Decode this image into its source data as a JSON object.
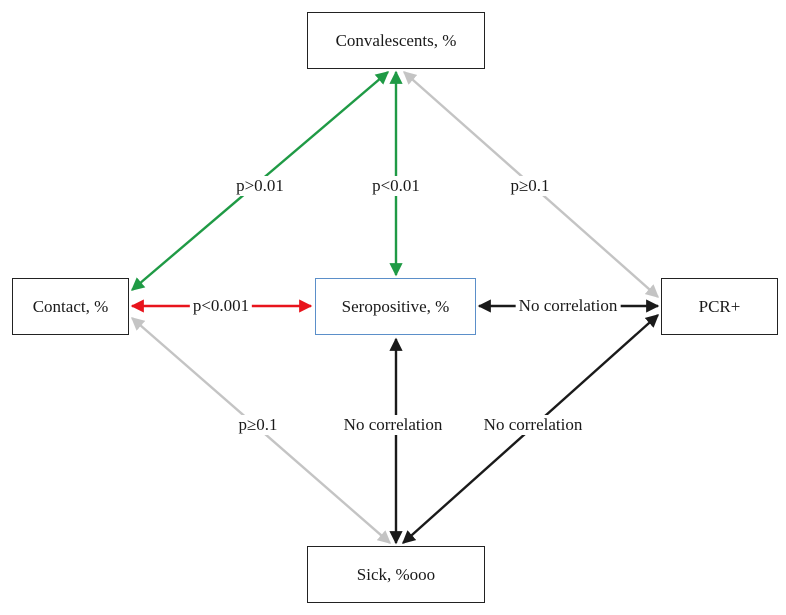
{
  "colors": {
    "green": "#1f9a45",
    "red": "#e8141c",
    "gray": "#c4c4c4",
    "black": "#1a1a1a",
    "box_blue": "#5b8fc9"
  },
  "nodes": {
    "convalescents": "Convalescents, %",
    "contact": "Contact, %",
    "seropositive": "Seropositive, %",
    "pcr": "PCR+",
    "sick": "Sick, %ooo"
  },
  "links": {
    "contact_convalescents": "p>0.01",
    "seropositive_convalescents": "p<0.01",
    "pcr_convalescents": "p≥0.1",
    "contact_seropositive": "p<0.001",
    "seropositive_pcr": "No correlation",
    "contact_sick": "p≥0.1",
    "seropositive_sick": "No correlation",
    "pcr_sick": "No correlation"
  }
}
